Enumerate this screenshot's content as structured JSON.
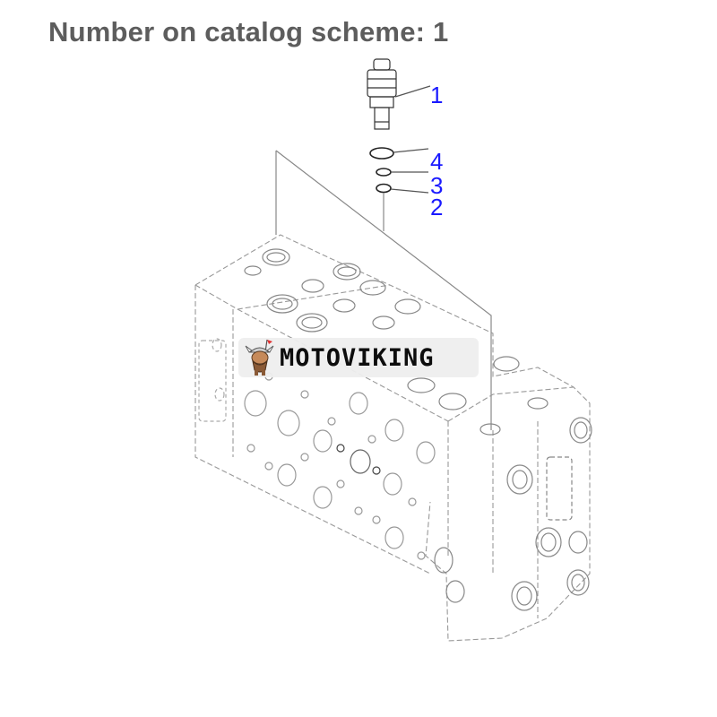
{
  "header": {
    "title": "Number on catalog scheme: 1"
  },
  "diagram": {
    "description": "Exploded view of control valve block with relief valve cartridge and O-rings",
    "callouts": [
      {
        "label": "1",
        "part": "relief-valve-cartridge"
      },
      {
        "label": "4",
        "part": "o-ring-large"
      },
      {
        "label": "3",
        "part": "o-ring-small"
      },
      {
        "label": "2",
        "part": "o-ring-small-lower"
      }
    ],
    "callout_color": "#1a1aff",
    "line_color": "#555555"
  },
  "watermark": {
    "brand": "MOTOVIKING",
    "logo_icon": "viking-mascot-icon"
  }
}
